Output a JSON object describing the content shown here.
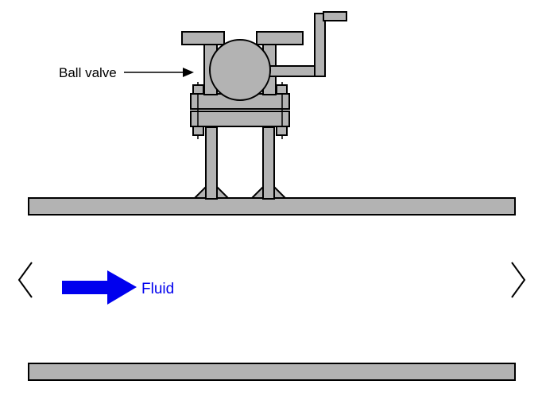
{
  "labels": {
    "ball_valve": "Ball valve",
    "fluid": "Fluid"
  },
  "icons": {
    "fluid_arrow_icon": "right-arrow-filled",
    "label_pointer_icon": "right-arrow-line"
  },
  "colors": {
    "metal_gray": "#b3b3b3",
    "fluid_blue": "#0000ee",
    "outline_black": "#000000",
    "background_white": "#ffffff"
  }
}
